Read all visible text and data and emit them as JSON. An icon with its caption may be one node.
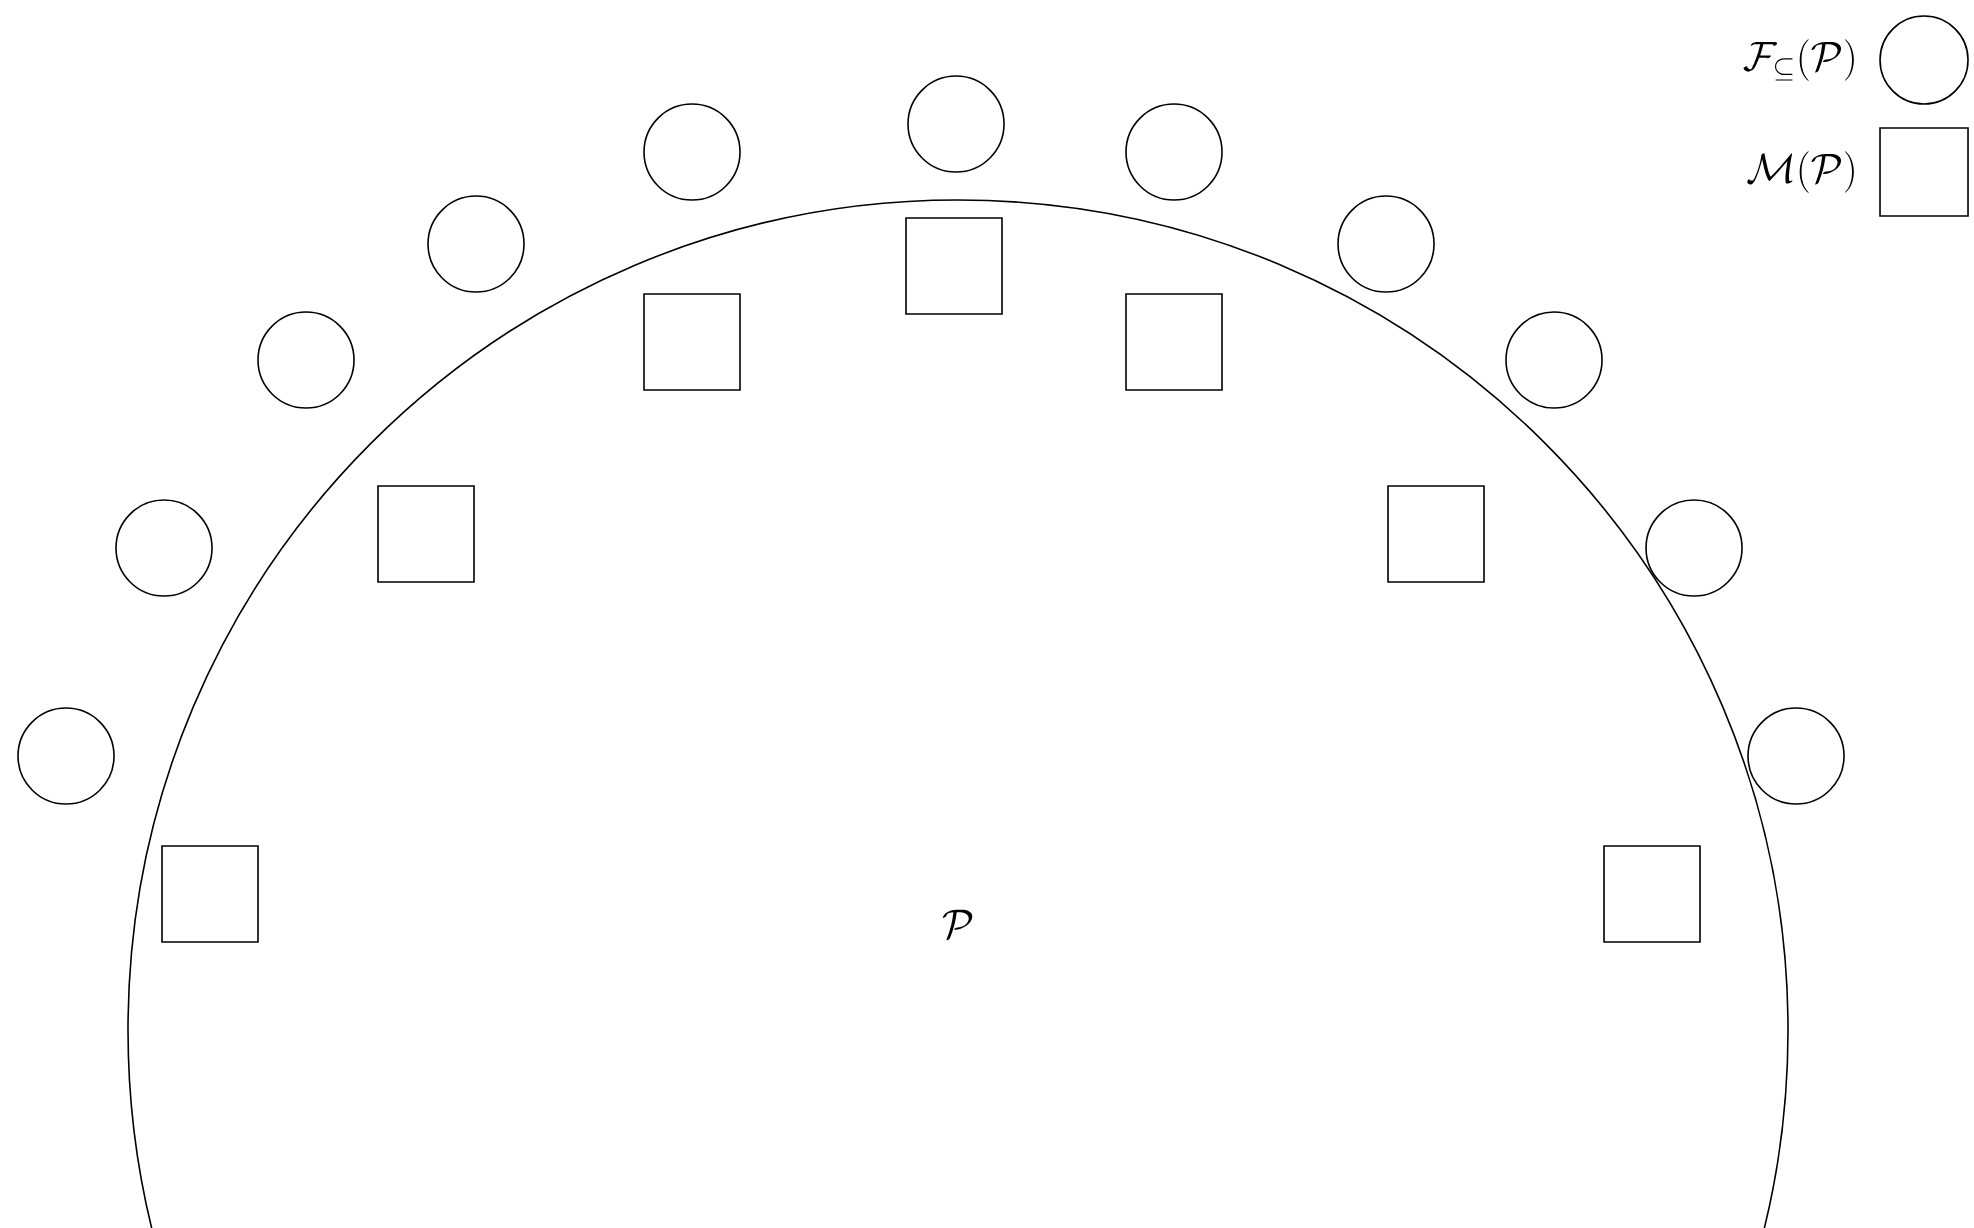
{
  "diagram": {
    "nodes": [
      {
        "text": [
          "\\mathcal{P}"
        ]
      },
      {
        "text": [],
        "shape": "circle"
      },
      {
        "text": [],
        "shape": "circle"
      },
      {
        "text": [],
        "shape": "circle"
      },
      {
        "text": [],
        "shape": "circle"
      },
      {
        "text": [],
        "shape": "circle"
      },
      {
        "text": [],
        "shape": "circle"
      },
      {
        "text": [],
        "shape": "circle"
      },
      {
        "text": [],
        "shape": "circle"
      },
      {
        "text": [],
        "shape": "circle"
      },
      {
        "text": [],
        "shape": "circle"
      },
      {
        "text": [],
        "shape": "circle"
      },
      {
        "text": [],
        "shape": "box",
        "in": 0
      },
      {
        "text": [],
        "shape": "box",
        "in": 0
      },
      {
        "text": [],
        "shape": "box",
        "in": 0
      },
      {
        "text": [],
        "shape": "box",
        "in": 0
      },
      {
        "text": [],
        "shape": "box",
        "in": 0
      },
      {
        "text": [],
        "shape": "box",
        "in": 0
      },
      {
        "text": [],
        "shape": "box",
        "in": 0
      }
    ],
    "legend": [
      {
        "text": "\\mathcal{F}_{\\subseteq}(\\mathcal{P})"
      },
      {
        "text": "\\mathcal{M}(\\mathcal{P})"
      }
    ]
  }
}
